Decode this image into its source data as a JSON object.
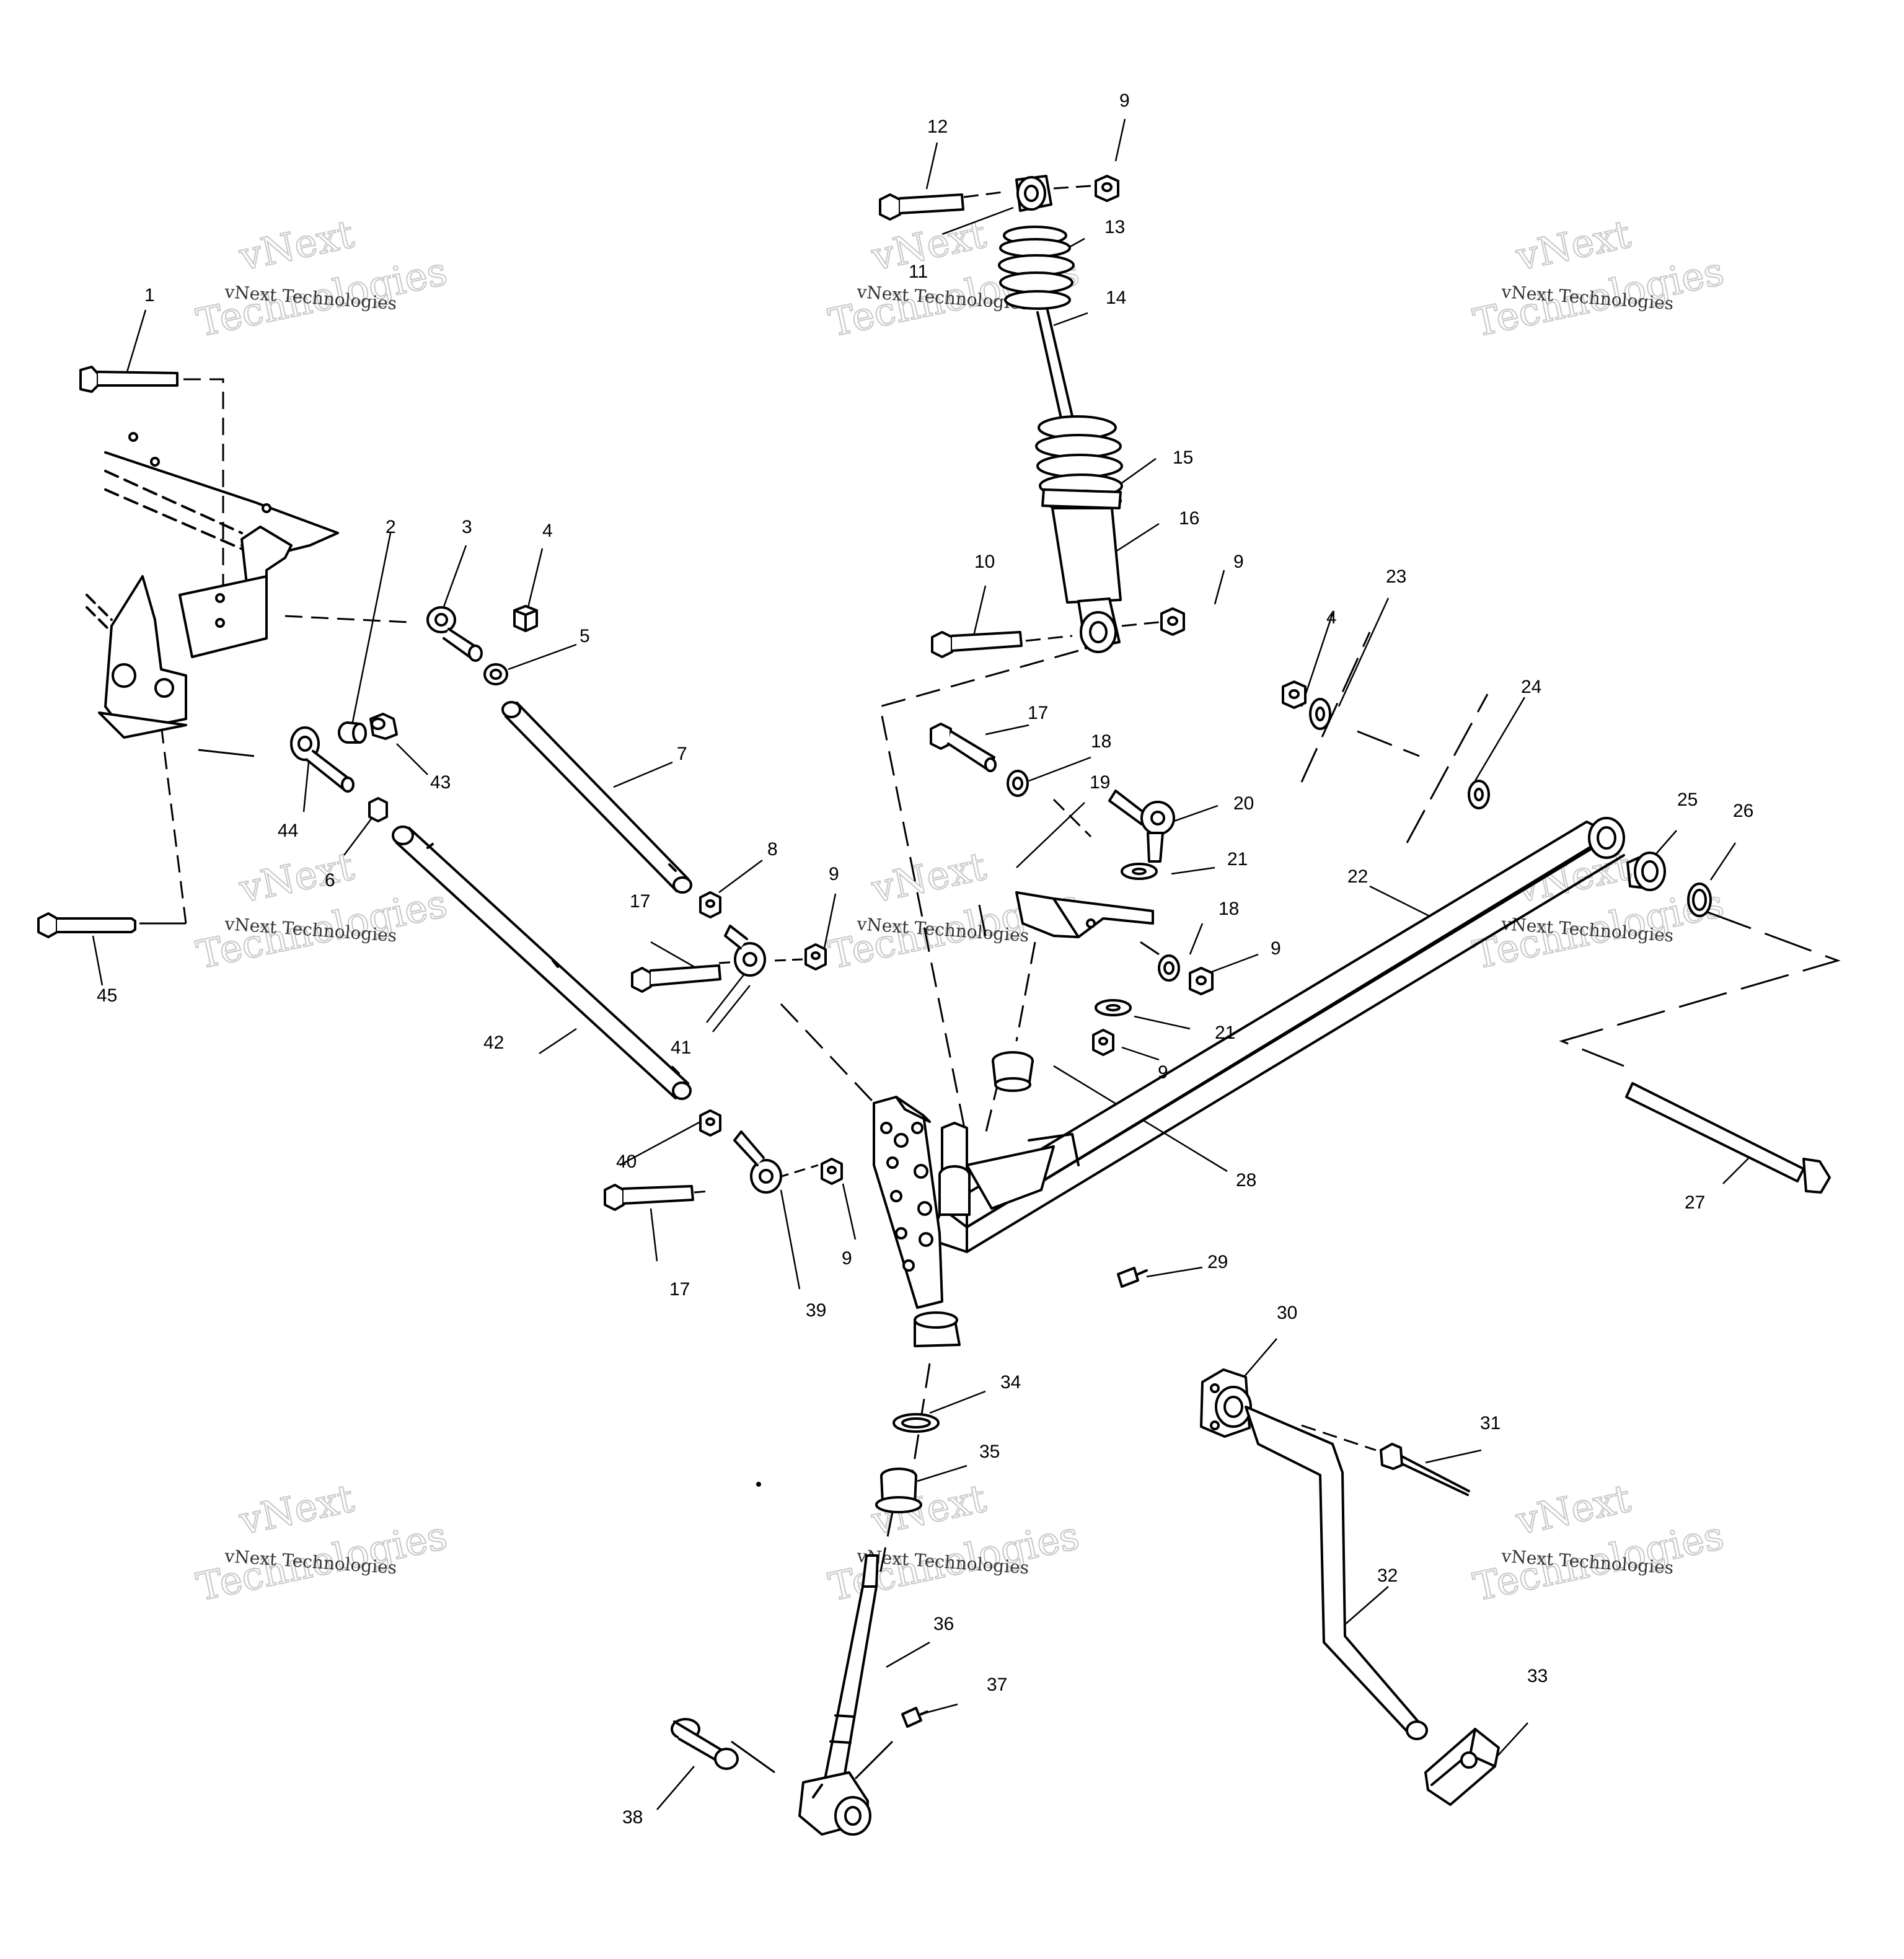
{
  "colors": {
    "ink": "#000000",
    "paper": "#ffffff",
    "watermark": "#c8c8c8"
  },
  "watermark": {
    "line_small": "vNext Technologies",
    "line_top": "vNext",
    "line_bottom": "Technologies"
  },
  "callouts": [
    "1",
    "2",
    "3",
    "4",
    "5",
    "6",
    "7",
    "8",
    "9",
    "9",
    "9",
    "9",
    "9",
    "9",
    "10",
    "11",
    "12",
    "13",
    "14",
    "15",
    "16",
    "17",
    "17",
    "17",
    "18",
    "18",
    "19",
    "20",
    "21",
    "21",
    "22",
    "23",
    "4",
    "24",
    "25",
    "26",
    "27",
    "28",
    "29",
    "30",
    "31",
    "32",
    "33",
    "34",
    "35",
    "36",
    "37",
    "38",
    "39",
    "40",
    "41",
    "42",
    "43",
    "44",
    "45"
  ]
}
